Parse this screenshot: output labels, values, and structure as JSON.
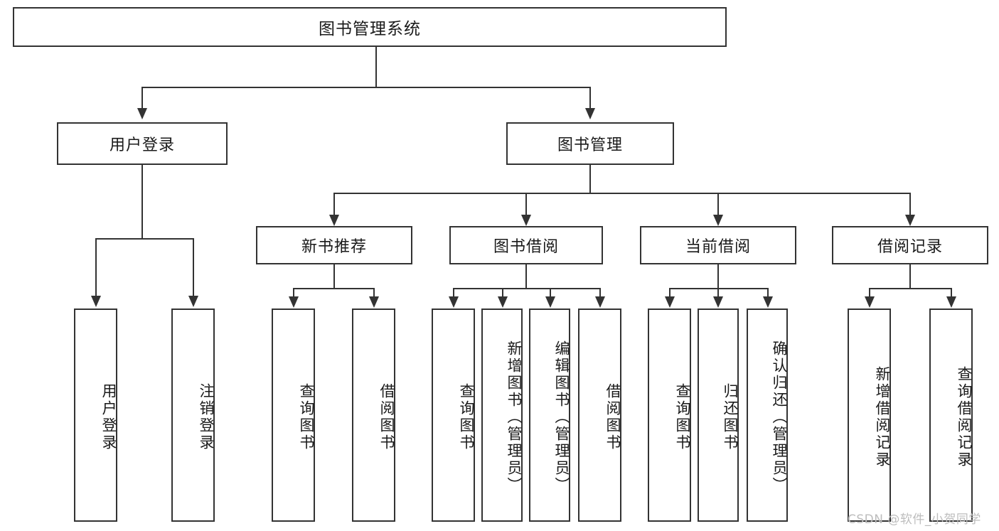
{
  "diagram": {
    "type": "tree-hierarchy",
    "title": "图书管理系统",
    "watermark": "CSDN @软件_小贺同学",
    "colors": {
      "box_border": "#333333",
      "box_fill": "#ffffff",
      "line": "#333333",
      "text": "#1a1a1a",
      "watermark": "#bdbdbd"
    }
  },
  "nodes": {
    "root": {
      "label": "图书管理系统"
    },
    "level1": [
      {
        "label": "用户登录"
      },
      {
        "label": "图书管理"
      }
    ],
    "level2": [
      {
        "label": "新书推荐"
      },
      {
        "label": "图书借阅"
      },
      {
        "label": "当前借阅"
      },
      {
        "label": "借阅记录"
      }
    ],
    "leaves": {
      "user_login": [
        {
          "label": "用户登录"
        },
        {
          "label": "注销登录"
        }
      ],
      "new_book_recommend": [
        {
          "label": "查询图书"
        },
        {
          "label": "借阅图书"
        }
      ],
      "book_borrow": [
        {
          "label": "查询图书"
        },
        {
          "label": "新增图书（管理员）"
        },
        {
          "label": "编辑图书（管理员）"
        },
        {
          "label": "借阅图书"
        }
      ],
      "current_borrow": [
        {
          "label": "查询图书"
        },
        {
          "label": "归还图书"
        },
        {
          "label": "确认归还（管理员）"
        }
      ],
      "borrow_record": [
        {
          "label": "新增借阅记录"
        },
        {
          "label": "查询借阅记录"
        }
      ]
    }
  }
}
